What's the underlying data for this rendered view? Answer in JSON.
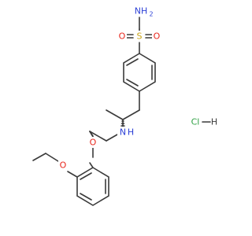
{
  "molecule": {
    "atoms": {
      "sulfonamide_n": "NH",
      "sulfonamide_n_sub": "2",
      "sulfur": "S",
      "oxygen_left": "O",
      "oxygen_right": "O",
      "amine_n": "N",
      "amine_h": "H",
      "ether_o1": "O",
      "ether_o2": "O"
    },
    "salt": {
      "chlorine": "Cl",
      "hydrogen": "H"
    },
    "colors": {
      "bond": "#3a3a3a",
      "nitrogen": "#2b3fd6",
      "oxygen": "#e8261c",
      "sulfur": "#c9a416",
      "chlorine": "#2ea043",
      "hydrogen": "#3a3a3a"
    }
  }
}
